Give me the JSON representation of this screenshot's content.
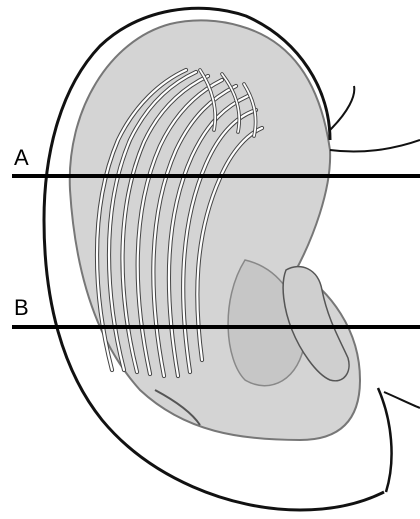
{
  "labels": {
    "a": "A",
    "b": "B"
  },
  "colors": {
    "background": "#ffffff",
    "ear_fill": "#d4d4d4",
    "ear_shade": "#c6c6c6",
    "outline": "#111111",
    "fiber": "#ffffff",
    "section_line": "#000000"
  },
  "icons": [
    "ear-illustration"
  ]
}
